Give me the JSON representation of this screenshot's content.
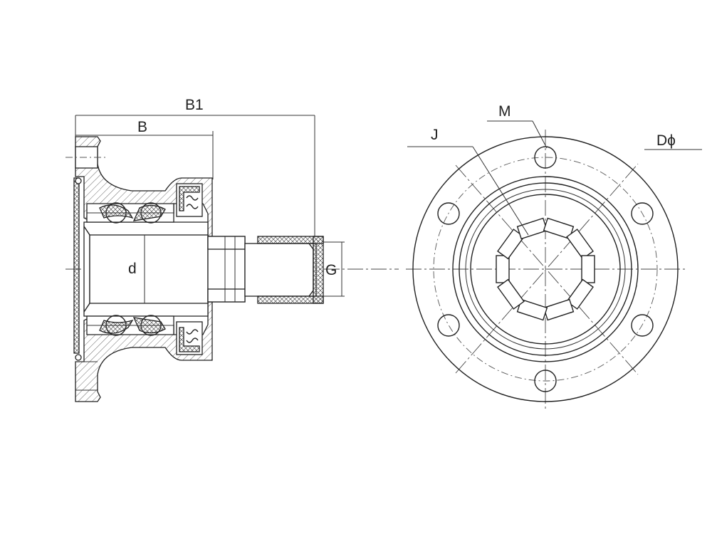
{
  "labels": {
    "b1": "B1",
    "b": "B",
    "d": "d",
    "g": "G",
    "m": "M",
    "j": "J",
    "dphi": "Dϕ"
  },
  "colors": {
    "line": "#222222",
    "background": "#ffffff"
  }
}
